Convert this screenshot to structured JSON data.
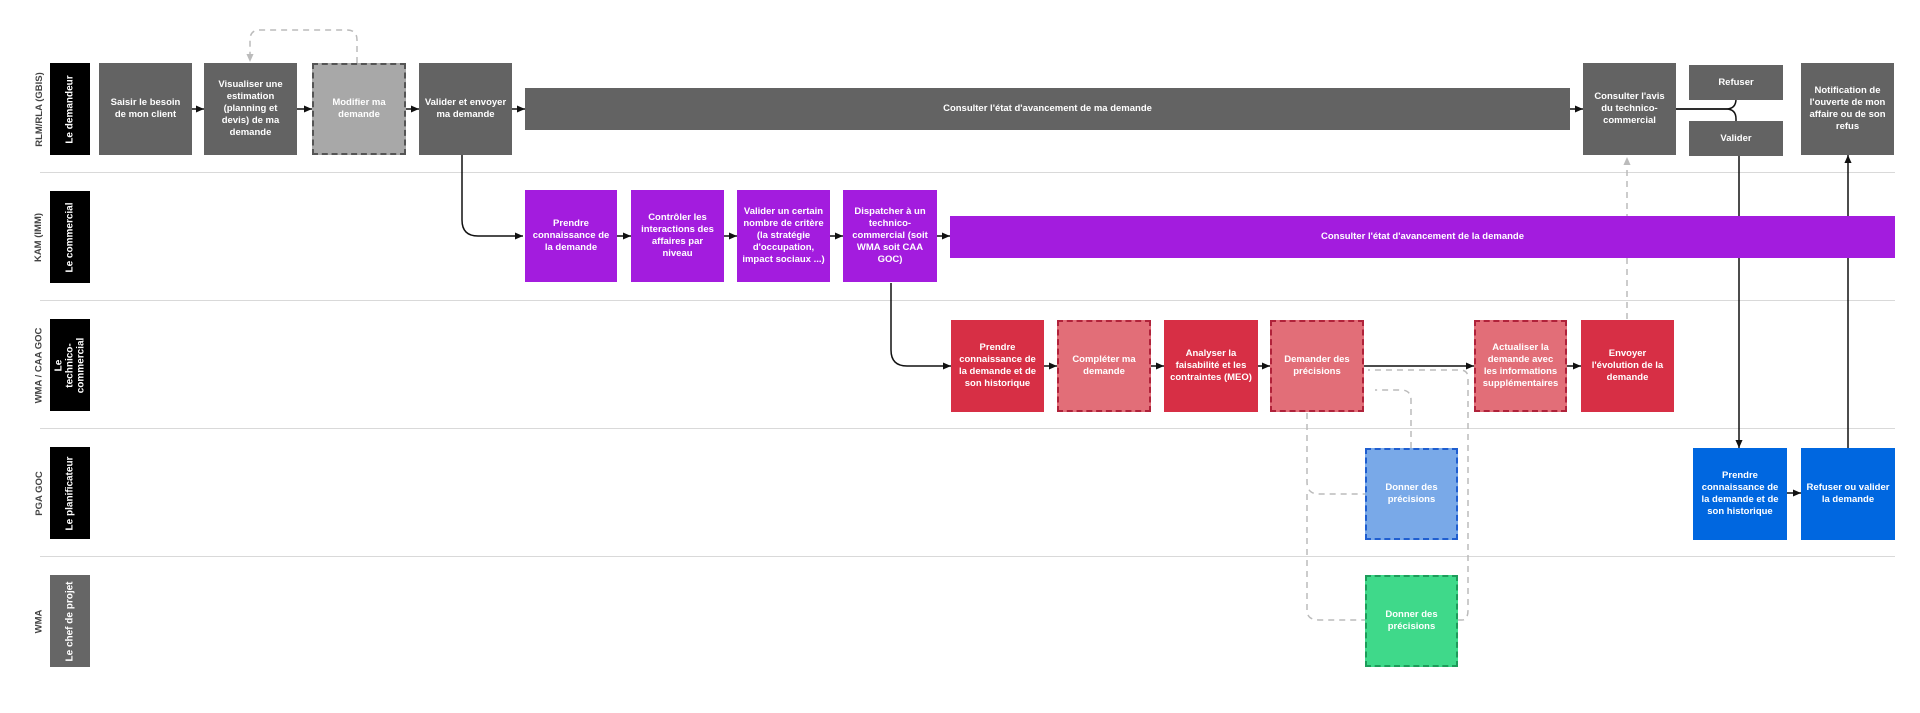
{
  "colors": {
    "dark_gray": "#636363",
    "light_gray": "#a8a8a8",
    "purple": "#a31cde",
    "red": "#d72f45",
    "pink": "#e26e78",
    "light_blue": "#79a9e8",
    "blue": "#0067e0",
    "green": "#3fd98a",
    "lane_label_black": "#000000",
    "lane_label_gray": "#666666"
  },
  "lanes": [
    {
      "id": "demandeur",
      "role": "Le demandeur",
      "entity": "RLM/RLA (GBIS)"
    },
    {
      "id": "commercial",
      "role": "Le commercial",
      "entity": "KAM (IMM)"
    },
    {
      "id": "technico",
      "role": "Le technico-commercial",
      "entity": "WMA / CAA GOC"
    },
    {
      "id": "planificateur",
      "role": "Le planificateur",
      "entity": "PGA GOC"
    },
    {
      "id": "chef",
      "role": "Le chef de projet",
      "entity": "WMA"
    }
  ],
  "steps": {
    "saisir": "Saisir le besoin de mon client",
    "visualiser": "Visualiser une estimation (planning et devis) de ma demande",
    "modifier": "Modifier ma demande",
    "valider_envoyer": "Valider et envoyer ma demande",
    "consulter_etat_ma": "Consulter l'état d'avancement de ma demande",
    "consulter_avis": "Consulter l'avis du technico-commercial",
    "refuser": "Refuser",
    "valider": "Valider",
    "notification": "Notification de l'ouverte de mon affaire ou de son refus",
    "prendre_kam": "Prendre connaissance de la demande",
    "controler": "Contrôler les interactions des affaires par niveau",
    "valider_critere": "Valider un certain nombre de critère (la stratégie d'occupation, impact sociaux ...)",
    "dispatcher": "Dispatcher à un technico-commercial (soit WMA soit CAA GOC)",
    "consulter_etat_la": "Consulter l'état d'avancement de la demande",
    "prendre_tc": "Prendre connaissance de la demande et de son historique",
    "completer": "Compléter ma demande",
    "analyser": "Analyser la faisabilité et les contraintes (MEO)",
    "demander": "Demander des précisions",
    "actualiser": "Actualiser la demande avec les informations supplémentaires",
    "envoyer": "Envoyer l'évolution de la demande",
    "donner_pga": "Donner des précisions",
    "prendre_pga": "Prendre connaissance de la demande et de son historique",
    "refuser_valider": "Refuser ou valider la demande",
    "donner_chef": "Donner des précisions"
  }
}
